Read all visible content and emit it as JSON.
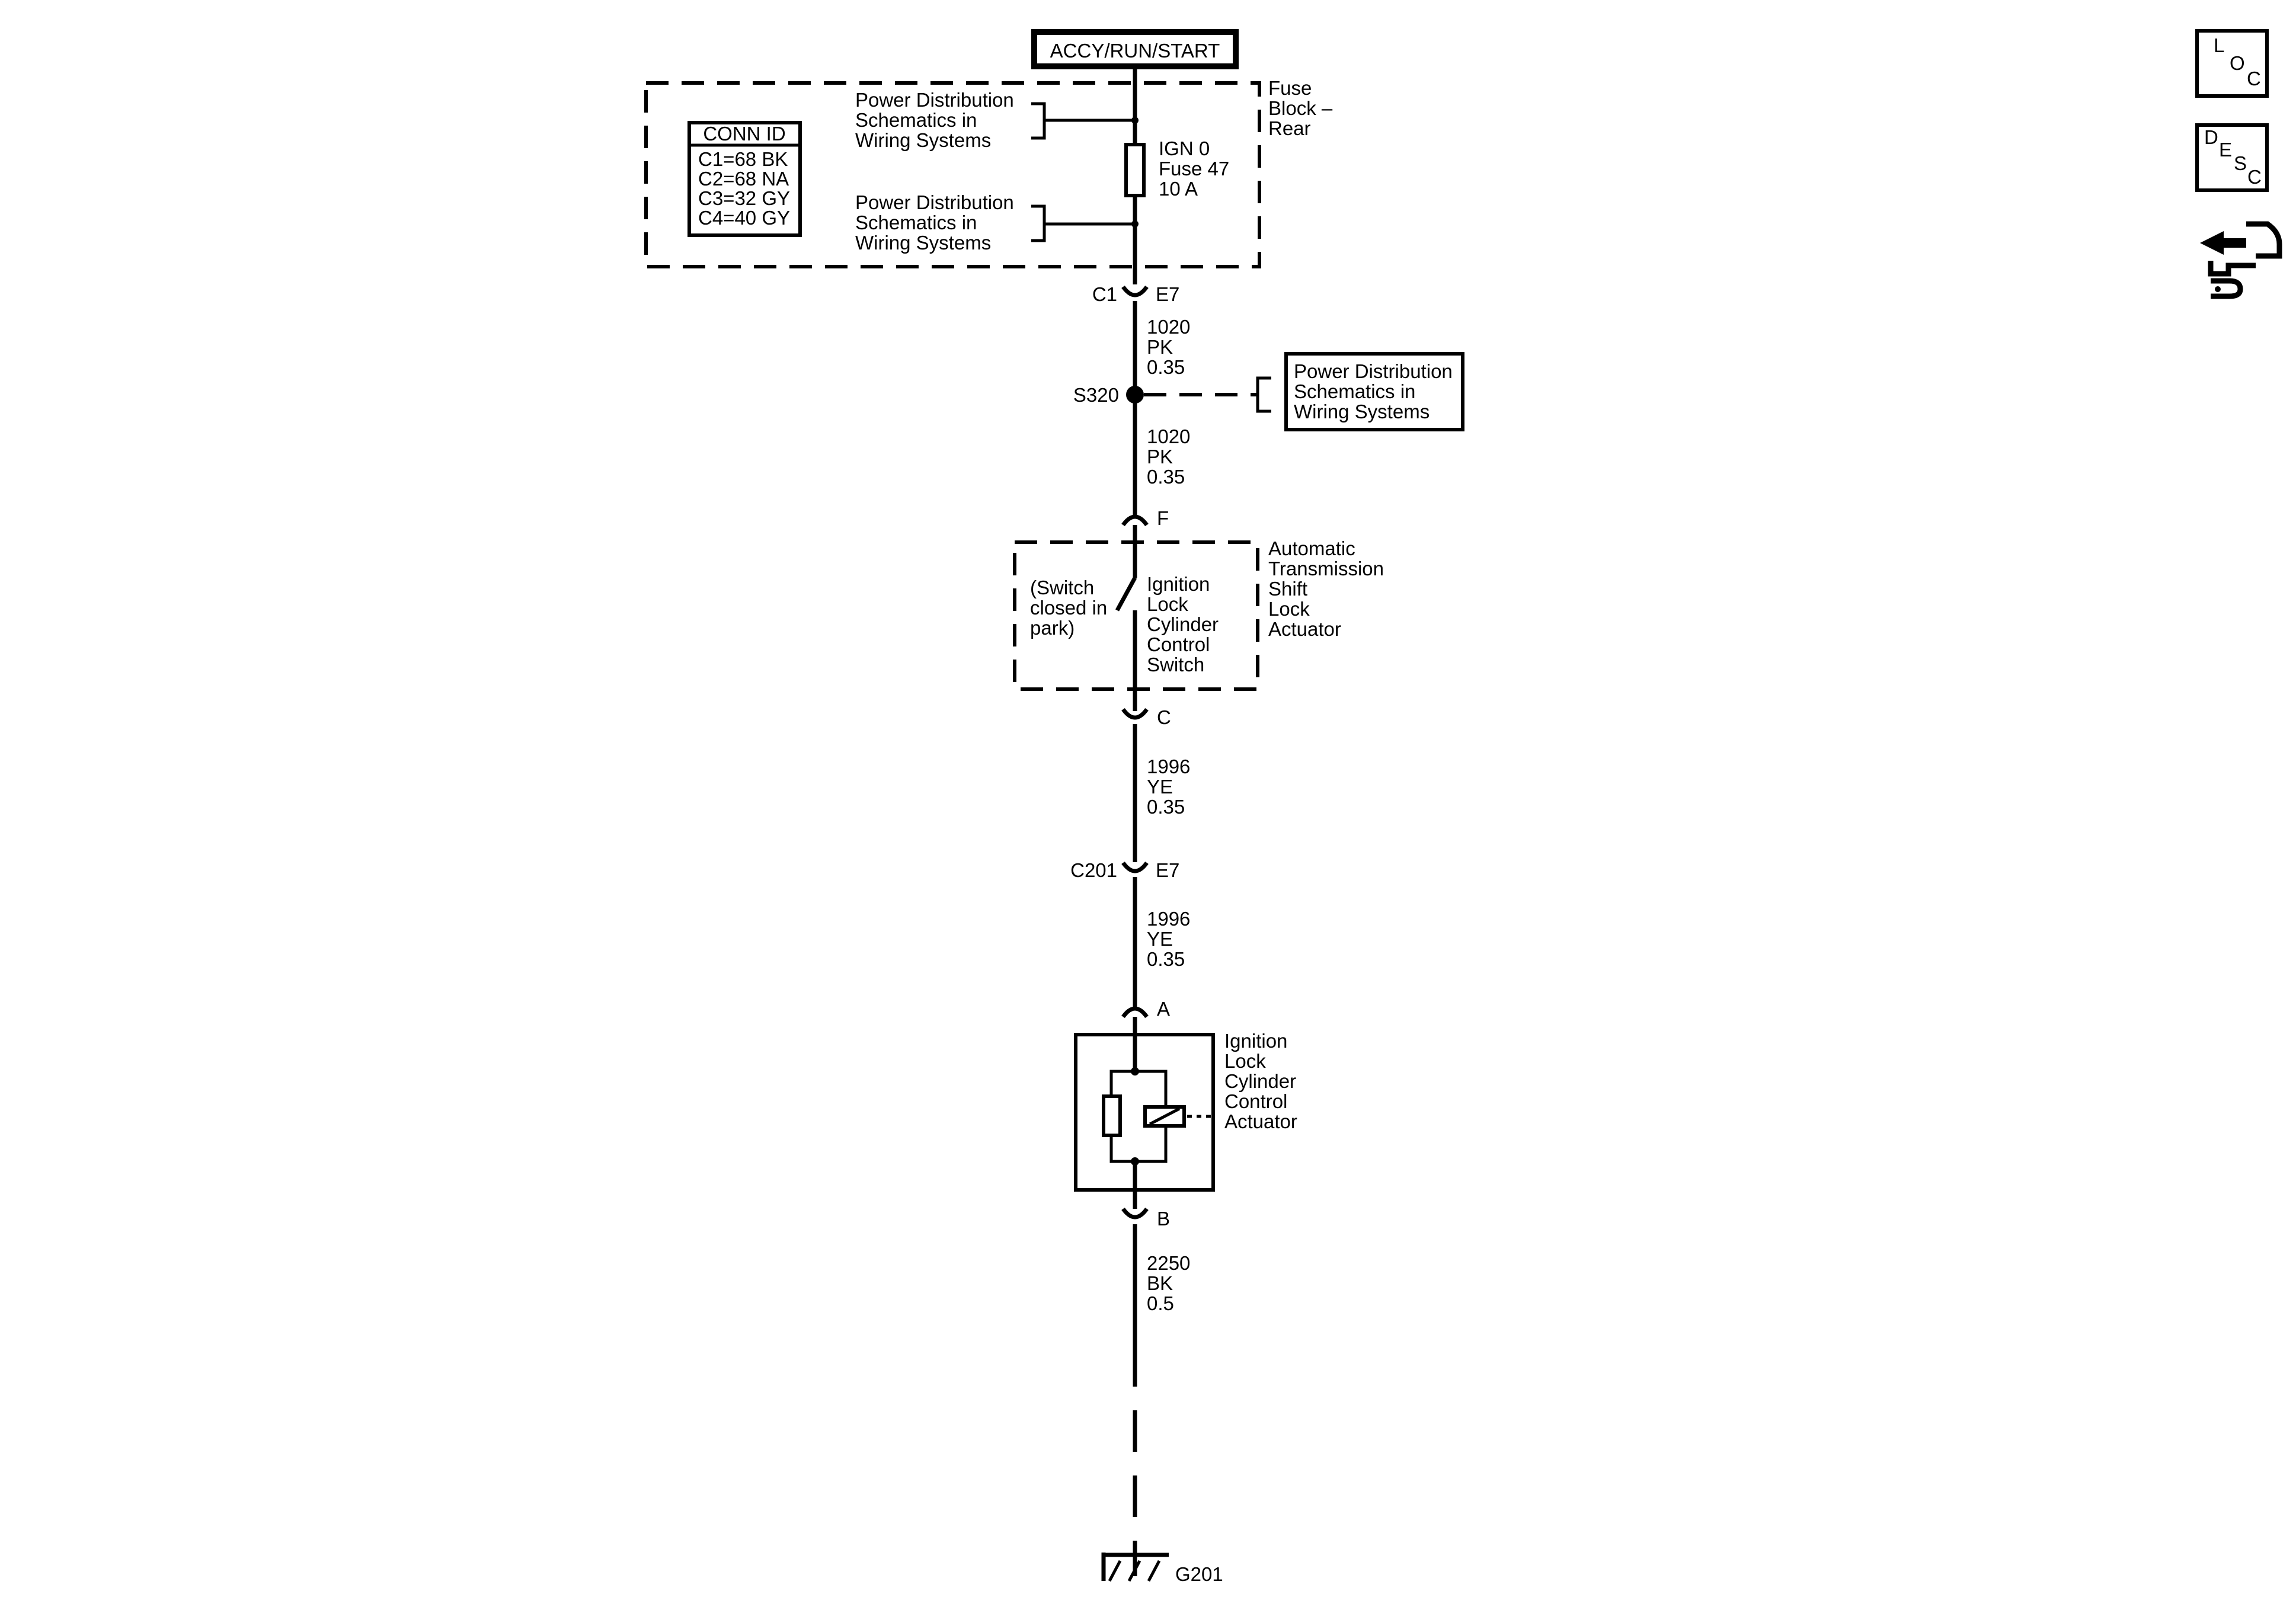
{
  "power_source": "ACCY/RUN/START",
  "fuse_block": {
    "name_lines": [
      "Fuse",
      "Block –",
      "Rear"
    ],
    "fuse_lines": [
      "IGN 0",
      "Fuse 47",
      "10 A"
    ],
    "ref_top_lines": [
      "Power Distribution",
      "Schematics in",
      "Wiring Systems"
    ],
    "ref_bottom_lines": [
      "Power Distribution",
      "Schematics in",
      "Wiring Systems"
    ]
  },
  "conn_id": {
    "title": "CONN ID",
    "rows": [
      "C1=68 BK",
      "C2=68 NA",
      "C3=32 GY",
      "C4=40 GY"
    ]
  },
  "connectors": {
    "c1": {
      "name": "C1",
      "pin": "E7"
    },
    "actuator_in": {
      "pin": "F"
    },
    "actuator_out": {
      "pin": "C"
    },
    "c201": {
      "name": "C201",
      "pin": "E7"
    },
    "solenoid_in": {
      "pin": "A"
    },
    "solenoid_out": {
      "pin": "B"
    }
  },
  "wires": {
    "w1": [
      "1020",
      "PK",
      "0.35"
    ],
    "w2": [
      "1020",
      "PK",
      "0.35"
    ],
    "w3": [
      "1996",
      "YE",
      "0.35"
    ],
    "w4": [
      "1996",
      "YE",
      "0.35"
    ],
    "w5": [
      "2250",
      "BK",
      "0.5"
    ]
  },
  "splice": {
    "name": "S320",
    "ref_lines": [
      "Power Distribution",
      "Schematics in",
      "Wiring Systems"
    ]
  },
  "shift_lock": {
    "name_lines": [
      "Automatic",
      "Transmission",
      "Shift",
      "Lock",
      "Actuator"
    ],
    "note_lines": [
      "(Switch",
      "closed in",
      "park)"
    ],
    "switch_lines": [
      "Ignition",
      "Lock",
      "Cylinder",
      "Control",
      "Switch"
    ]
  },
  "solenoid": {
    "name_lines": [
      "Ignition",
      "Lock",
      "Cylinder",
      "Control",
      "Actuator"
    ]
  },
  "ground": {
    "name": "G201"
  },
  "side_icons": {
    "loc": {
      "letters": [
        "L",
        "O",
        "C"
      ],
      "icon": "location-icon"
    },
    "desc": {
      "letters": [
        "D",
        "E",
        "S",
        "C"
      ],
      "icon": "description-icon"
    },
    "connector": {
      "icon": "connector-end-view-icon"
    }
  }
}
